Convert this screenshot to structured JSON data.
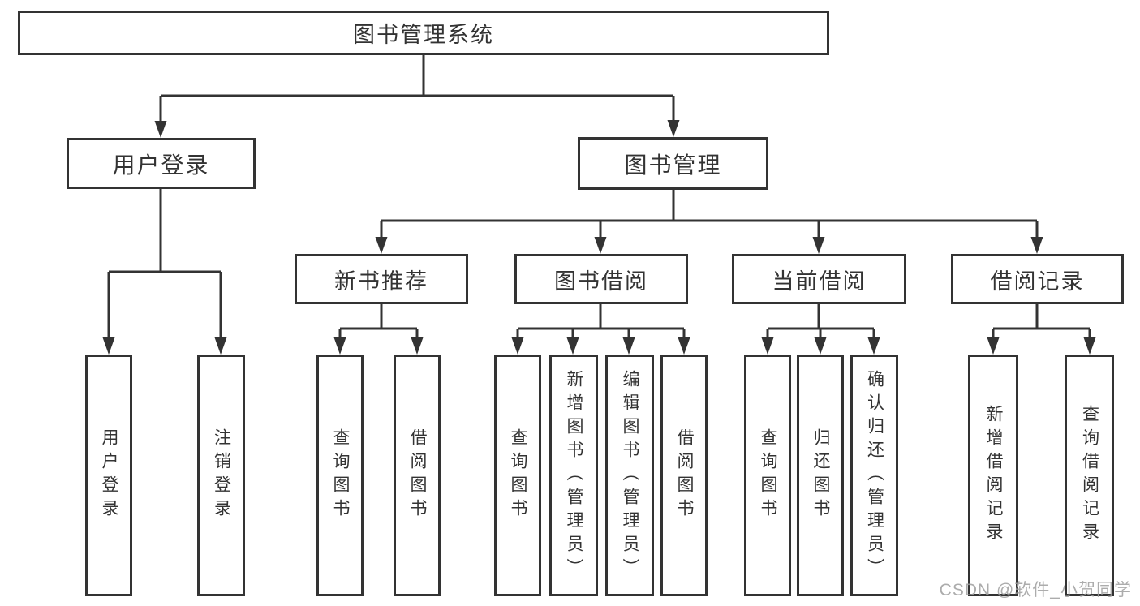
{
  "title": "图书管理系统",
  "tree": {
    "label": "图书管理系统",
    "children": [
      {
        "label": "用户登录",
        "children": [
          {
            "label": "用户登录"
          },
          {
            "label": "注销登录"
          }
        ]
      },
      {
        "label": "图书管理",
        "children": [
          {
            "label": "新书推荐",
            "children": [
              {
                "label": "查询图书"
              },
              {
                "label": "借阅图书"
              }
            ]
          },
          {
            "label": "图书借阅",
            "children": [
              {
                "label": "查询图书"
              },
              {
                "label": "新增图书（管理员）"
              },
              {
                "label": "编辑图书（管理员）"
              },
              {
                "label": "借阅图书"
              }
            ]
          },
          {
            "label": "当前借阅",
            "children": [
              {
                "label": "查询图书"
              },
              {
                "label": "归还图书"
              },
              {
                "label": "确认归还（管理员）"
              }
            ]
          },
          {
            "label": "借阅记录",
            "children": [
              {
                "label": "新增借阅记录"
              },
              {
                "label": "查询借阅记录"
              }
            ]
          }
        ]
      }
    ]
  },
  "watermark": {
    "text": "CSDN @软件_小贺同学"
  },
  "colors": {
    "line": "#333333",
    "box_border": "#333333",
    "text": "#333333",
    "background": "#ffffff",
    "watermark": "#9e9e9e"
  }
}
